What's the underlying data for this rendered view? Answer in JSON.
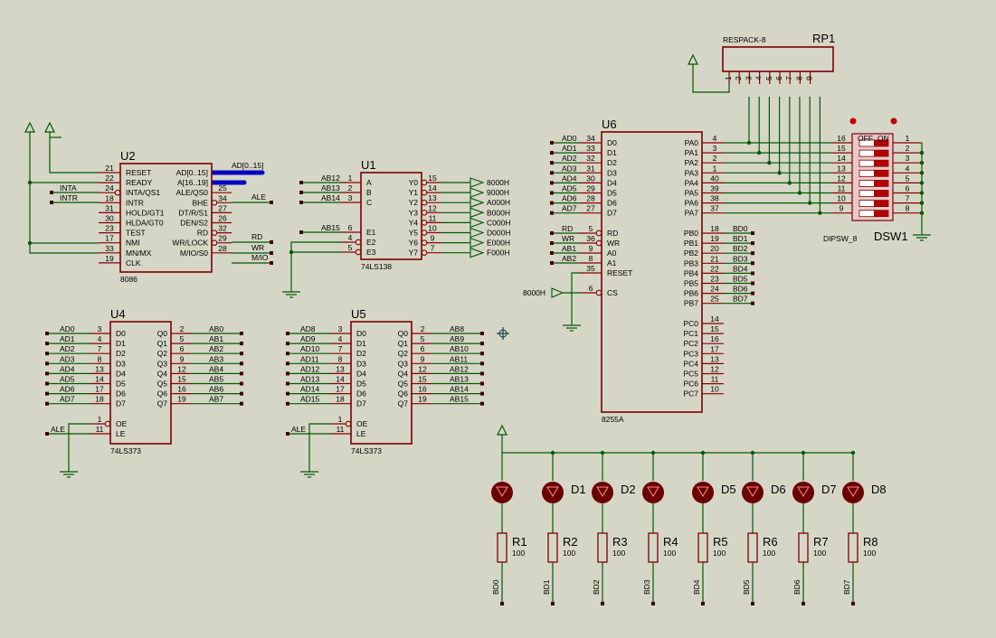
{
  "u2": {
    "ref": "U2",
    "value": "8086",
    "left_pins": [
      {
        "n": "21",
        "name": "RESET"
      },
      {
        "n": "22",
        "name": "READY"
      },
      {
        "n": "24",
        "name": "INTA/QS1"
      },
      {
        "n": "18",
        "name": "INTR"
      },
      {
        "n": "31",
        "name": "HOLD/GT1"
      },
      {
        "n": "30",
        "name": "HLDA/GT0"
      },
      {
        "n": "23",
        "name": "TEST"
      },
      {
        "n": "17",
        "name": "NMI"
      },
      {
        "n": "33",
        "name": "MN/MX"
      },
      {
        "n": "19",
        "name": "CLK"
      }
    ],
    "right_pins": [
      {
        "n": "",
        "name": "AD[0..15]"
      },
      {
        "n": "",
        "name": "A[16..19]"
      },
      {
        "n": "25",
        "name": "ALE/QS0"
      },
      {
        "n": "34",
        "name": "BHE"
      },
      {
        "n": "27",
        "name": "DT/R/S1"
      },
      {
        "n": "26",
        "name": "DEN/S2"
      },
      {
        "n": "32",
        "name": "RD"
      },
      {
        "n": "29",
        "name": "WR/LOCK"
      },
      {
        "n": "28",
        "name": "M/IO/S0"
      }
    ],
    "bus_label": "AD[0..15]",
    "net_labels": {
      "inta": "INTA",
      "intr": "INTR",
      "ale": "ALE",
      "rd": "RD",
      "wr": "WR",
      "mio": "M/IO"
    }
  },
  "u1": {
    "ref": "U1",
    "value": "74LS138",
    "in_pins": [
      {
        "n": "1",
        "name": "A",
        "net": "AB12"
      },
      {
        "n": "2",
        "name": "B",
        "net": "AB13"
      },
      {
        "n": "3",
        "name": "C",
        "net": "AB14"
      },
      {
        "n": "6",
        "name": "E1",
        "net": "AB15"
      },
      {
        "n": "4",
        "name": "E2",
        "net": ""
      },
      {
        "n": "5",
        "name": "E3",
        "net": ""
      }
    ],
    "out_pins": [
      {
        "n": "15",
        "name": "Y0",
        "net": "8000H"
      },
      {
        "n": "14",
        "name": "Y1",
        "net": "9000H"
      },
      {
        "n": "13",
        "name": "Y2",
        "net": "A000H"
      },
      {
        "n": "12",
        "name": "Y3",
        "net": "B000H"
      },
      {
        "n": "11",
        "name": "Y4",
        "net": "C000H"
      },
      {
        "n": "10",
        "name": "Y5",
        "net": "D000H"
      },
      {
        "n": "9",
        "name": "Y6",
        "net": "E000H"
      },
      {
        "n": "7",
        "name": "Y7",
        "net": "F000H"
      }
    ]
  },
  "u4": {
    "ref": "U4",
    "value": "74LS373",
    "in_nums": [
      "3",
      "4",
      "7",
      "8",
      "13",
      "14",
      "17",
      "18"
    ],
    "in_names": [
      "D0",
      "D1",
      "D2",
      "D3",
      "D4",
      "D5",
      "D6",
      "D7"
    ],
    "in_nets": [
      "AD0",
      "AD1",
      "AD2",
      "AD3",
      "AD4",
      "AD5",
      "AD6",
      "AD7"
    ],
    "out_nums": [
      "2",
      "5",
      "6",
      "9",
      "12",
      "15",
      "16",
      "19"
    ],
    "out_names": [
      "Q0",
      "Q1",
      "Q2",
      "Q3",
      "Q4",
      "Q5",
      "Q6",
      "Q7"
    ],
    "out_nets": [
      "AB0",
      "AB1",
      "AB2",
      "AB3",
      "AB4",
      "AB5",
      "AB6",
      "AB7"
    ],
    "ctl": [
      {
        "n": "1",
        "name": "OE"
      },
      {
        "n": "11",
        "name": "LE"
      }
    ],
    "le_net": "ALE"
  },
  "u5": {
    "ref": "U5",
    "value": "74LS373",
    "in_nums": [
      "3",
      "4",
      "7",
      "8",
      "13",
      "14",
      "17",
      "18"
    ],
    "in_names": [
      "D0",
      "D1",
      "D2",
      "D3",
      "D4",
      "D5",
      "D6",
      "D7"
    ],
    "in_nets": [
      "AD8",
      "AD9",
      "AD10",
      "AD11",
      "AD12",
      "AD13",
      "AD14",
      "AD15"
    ],
    "out_nums": [
      "2",
      "5",
      "6",
      "9",
      "12",
      "15",
      "16",
      "19"
    ],
    "out_names": [
      "Q0",
      "Q1",
      "Q2",
      "Q3",
      "Q4",
      "Q5",
      "Q6",
      "Q7"
    ],
    "out_nets": [
      "AB8",
      "AB9",
      "AB10",
      "AB11",
      "AB12",
      "AB13",
      "AB14",
      "AB15"
    ],
    "ctl": [
      {
        "n": "1",
        "name": "OE"
      },
      {
        "n": "11",
        "name": "LE"
      }
    ],
    "le_net": "ALE"
  },
  "u6": {
    "ref": "U6",
    "value": "8255A",
    "d_nums": [
      "34",
      "33",
      "32",
      "31",
      "30",
      "29",
      "28",
      "27"
    ],
    "d_names": [
      "D0",
      "D1",
      "D2",
      "D3",
      "D4",
      "D5",
      "D6",
      "D7"
    ],
    "d_nets": [
      "AD0",
      "AD1",
      "AD2",
      "AD3",
      "AD4",
      "AD5",
      "AD6",
      "AD7"
    ],
    "ctl_pins": [
      {
        "n": "5",
        "name": "RD",
        "net": "RD"
      },
      {
        "n": "36",
        "name": "WR",
        "net": "WR"
      },
      {
        "n": "9",
        "name": "A0",
        "net": "AB1"
      },
      {
        "n": "8",
        "name": "A1",
        "net": "AB2"
      },
      {
        "n": "35",
        "name": "RESET",
        "net": ""
      }
    ],
    "cs_pin": {
      "n": "6",
      "name": "CS",
      "net": "8000H"
    },
    "pa_nums": [
      "4",
      "3",
      "2",
      "1",
      "40",
      "39",
      "38",
      "37"
    ],
    "pa_names": [
      "PA0",
      "PA1",
      "PA2",
      "PA3",
      "PA4",
      "PA5",
      "PA6",
      "PA7"
    ],
    "pb_nums": [
      "18",
      "19",
      "20",
      "21",
      "22",
      "23",
      "24",
      "25"
    ],
    "pb_names": [
      "PB0",
      "PB1",
      "PB2",
      "PB3",
      "PB4",
      "PB5",
      "PB6",
      "PB7"
    ],
    "pb_nets": [
      "BD0",
      "BD1",
      "BD2",
      "BD3",
      "BD4",
      "BD5",
      "BD6",
      "BD7"
    ],
    "pc_nums": [
      "14",
      "15",
      "16",
      "17",
      "13",
      "12",
      "11",
      "10"
    ],
    "pc_names": [
      "PC0",
      "PC1",
      "PC2",
      "PC3",
      "PC4",
      "PC5",
      "PC6",
      "PC7"
    ]
  },
  "rp1": {
    "ref": "RP1",
    "value": "RESPACK-8",
    "pins": [
      "1",
      "2",
      "3",
      "4",
      "5",
      "6",
      "7",
      "8",
      "9"
    ]
  },
  "dsw1": {
    "ref": "DSW1",
    "value": "DIPSW_8",
    "off": "OFF",
    "on": "ON",
    "left_nums": [
      "16",
      "15",
      "14",
      "13",
      "12",
      "11",
      "10",
      "9"
    ],
    "right_nums": [
      "1",
      "2",
      "3",
      "4",
      "5",
      "6",
      "7",
      "8"
    ]
  },
  "leds": {
    "refs": [
      "",
      "D1",
      "D2",
      "",
      "D5",
      "D6",
      "D7",
      "D8"
    ],
    "res_refs": [
      "R1",
      "R2",
      "R3",
      "R4",
      "R5",
      "R6",
      "R7",
      "R8"
    ],
    "res_value": "100",
    "nets": [
      "BD0",
      "BD1",
      "BD2",
      "BD3",
      "BD4",
      "BD5",
      "BD6",
      "BD7"
    ]
  },
  "colors": {
    "wire": "#005a00",
    "body": "#7a0000",
    "bus": "#0000c0",
    "background": "#d6d6c6"
  }
}
